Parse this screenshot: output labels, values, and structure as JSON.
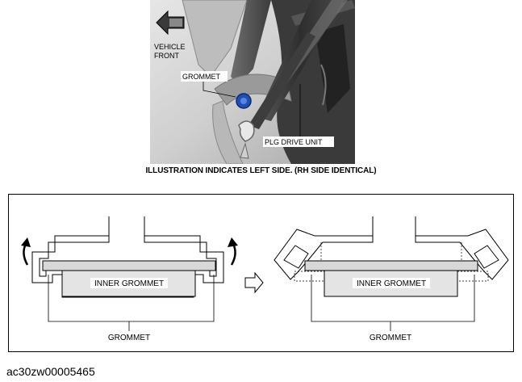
{
  "photo": {
    "orientation_label_line1": "VEHICLE",
    "orientation_label_line2": "FRONT",
    "callout_grommet": "GROMMET",
    "callout_plg_drive_unit": "PLG DRIVE UNIT"
  },
  "caption": "ILLUSTRATION INDICATES LEFT SIDE. (RH SIDE IDENTICAL)",
  "diagram": {
    "left": {
      "inner_label": "INNER GROMMET",
      "outer_label": "GROMMET"
    },
    "right": {
      "inner_label": "INNER GROMMET",
      "outer_label": "GROMMET"
    }
  },
  "document_id": "ac30zw00005465"
}
